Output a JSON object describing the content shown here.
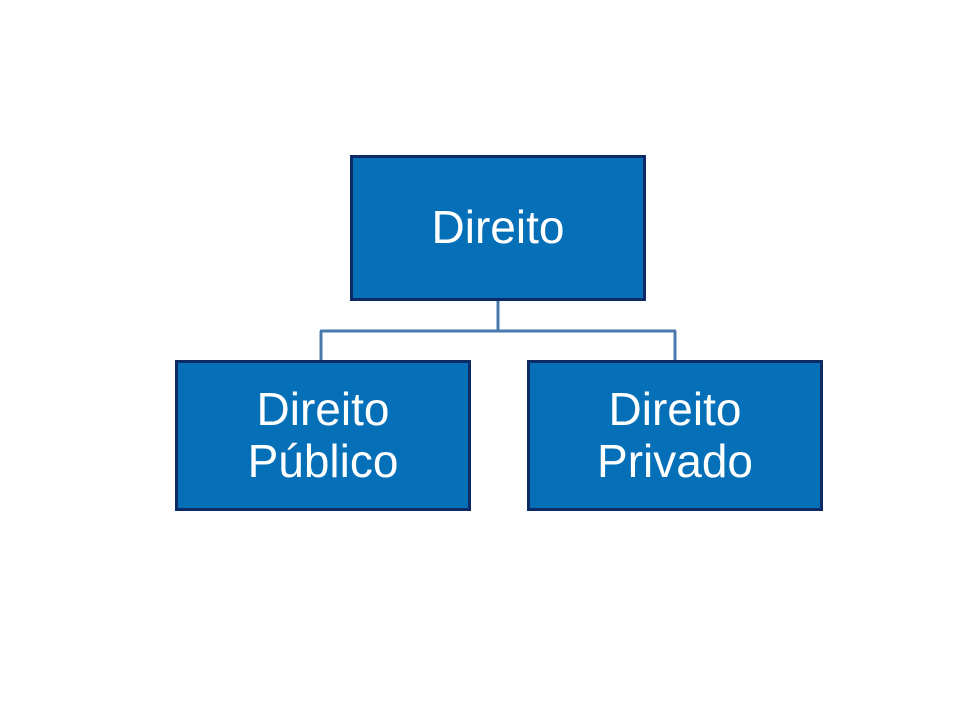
{
  "diagram": {
    "type": "hierarchy-tree",
    "background_color": "#ffffff",
    "node_fill_color": "#0570b8",
    "node_border_color": "#0c2a63",
    "node_text_color": "#ffffff",
    "connector_color": "#4a7aab",
    "root": {
      "label": "Direito"
    },
    "children": [
      {
        "label": "Direito\nPúblico",
        "line1": "Direito",
        "line2": "Público"
      },
      {
        "label": "Direito\nPrivado",
        "line1": "Direito",
        "line2": "Privado"
      }
    ]
  }
}
